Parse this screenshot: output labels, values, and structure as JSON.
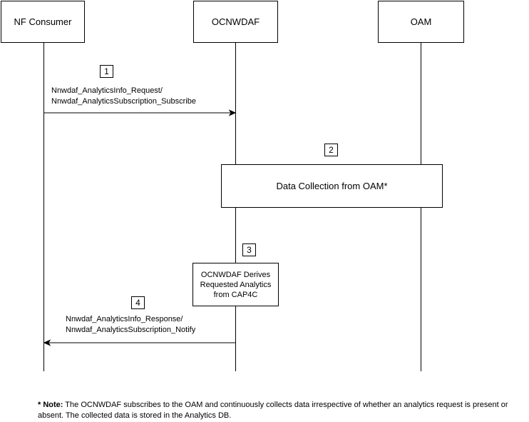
{
  "participants": {
    "nf_consumer": "NF Consumer",
    "ocnwdaf": "OCNWDAF",
    "oam": "OAM"
  },
  "steps": {
    "s1": {
      "number": "1",
      "label_line1": "Nnwdaf_AnalyticsInfo_Request/",
      "label_line2": "Nnwdaf_AnalyticsSubscription_Subscribe"
    },
    "s2": {
      "number": "2",
      "box_text": "Data Collection from OAM*"
    },
    "s3": {
      "number": "3",
      "box_line1": "OCNWDAF Derives",
      "box_line2": "Requested Analytics",
      "box_line3": "from CAP4C"
    },
    "s4": {
      "number": "4",
      "label_line1": "Nnwdaf_AnalyticsInfo_Response/",
      "label_line2": "Nnwdaf_AnalyticsSubscription_Notify"
    }
  },
  "note": {
    "prefix": "* Note:",
    "text": " The OCNWDAF  subscribes to the OAM and continuously collects data irrespective of whether an analytics request is present or absent. The collected data is stored in the Analytics DB."
  }
}
